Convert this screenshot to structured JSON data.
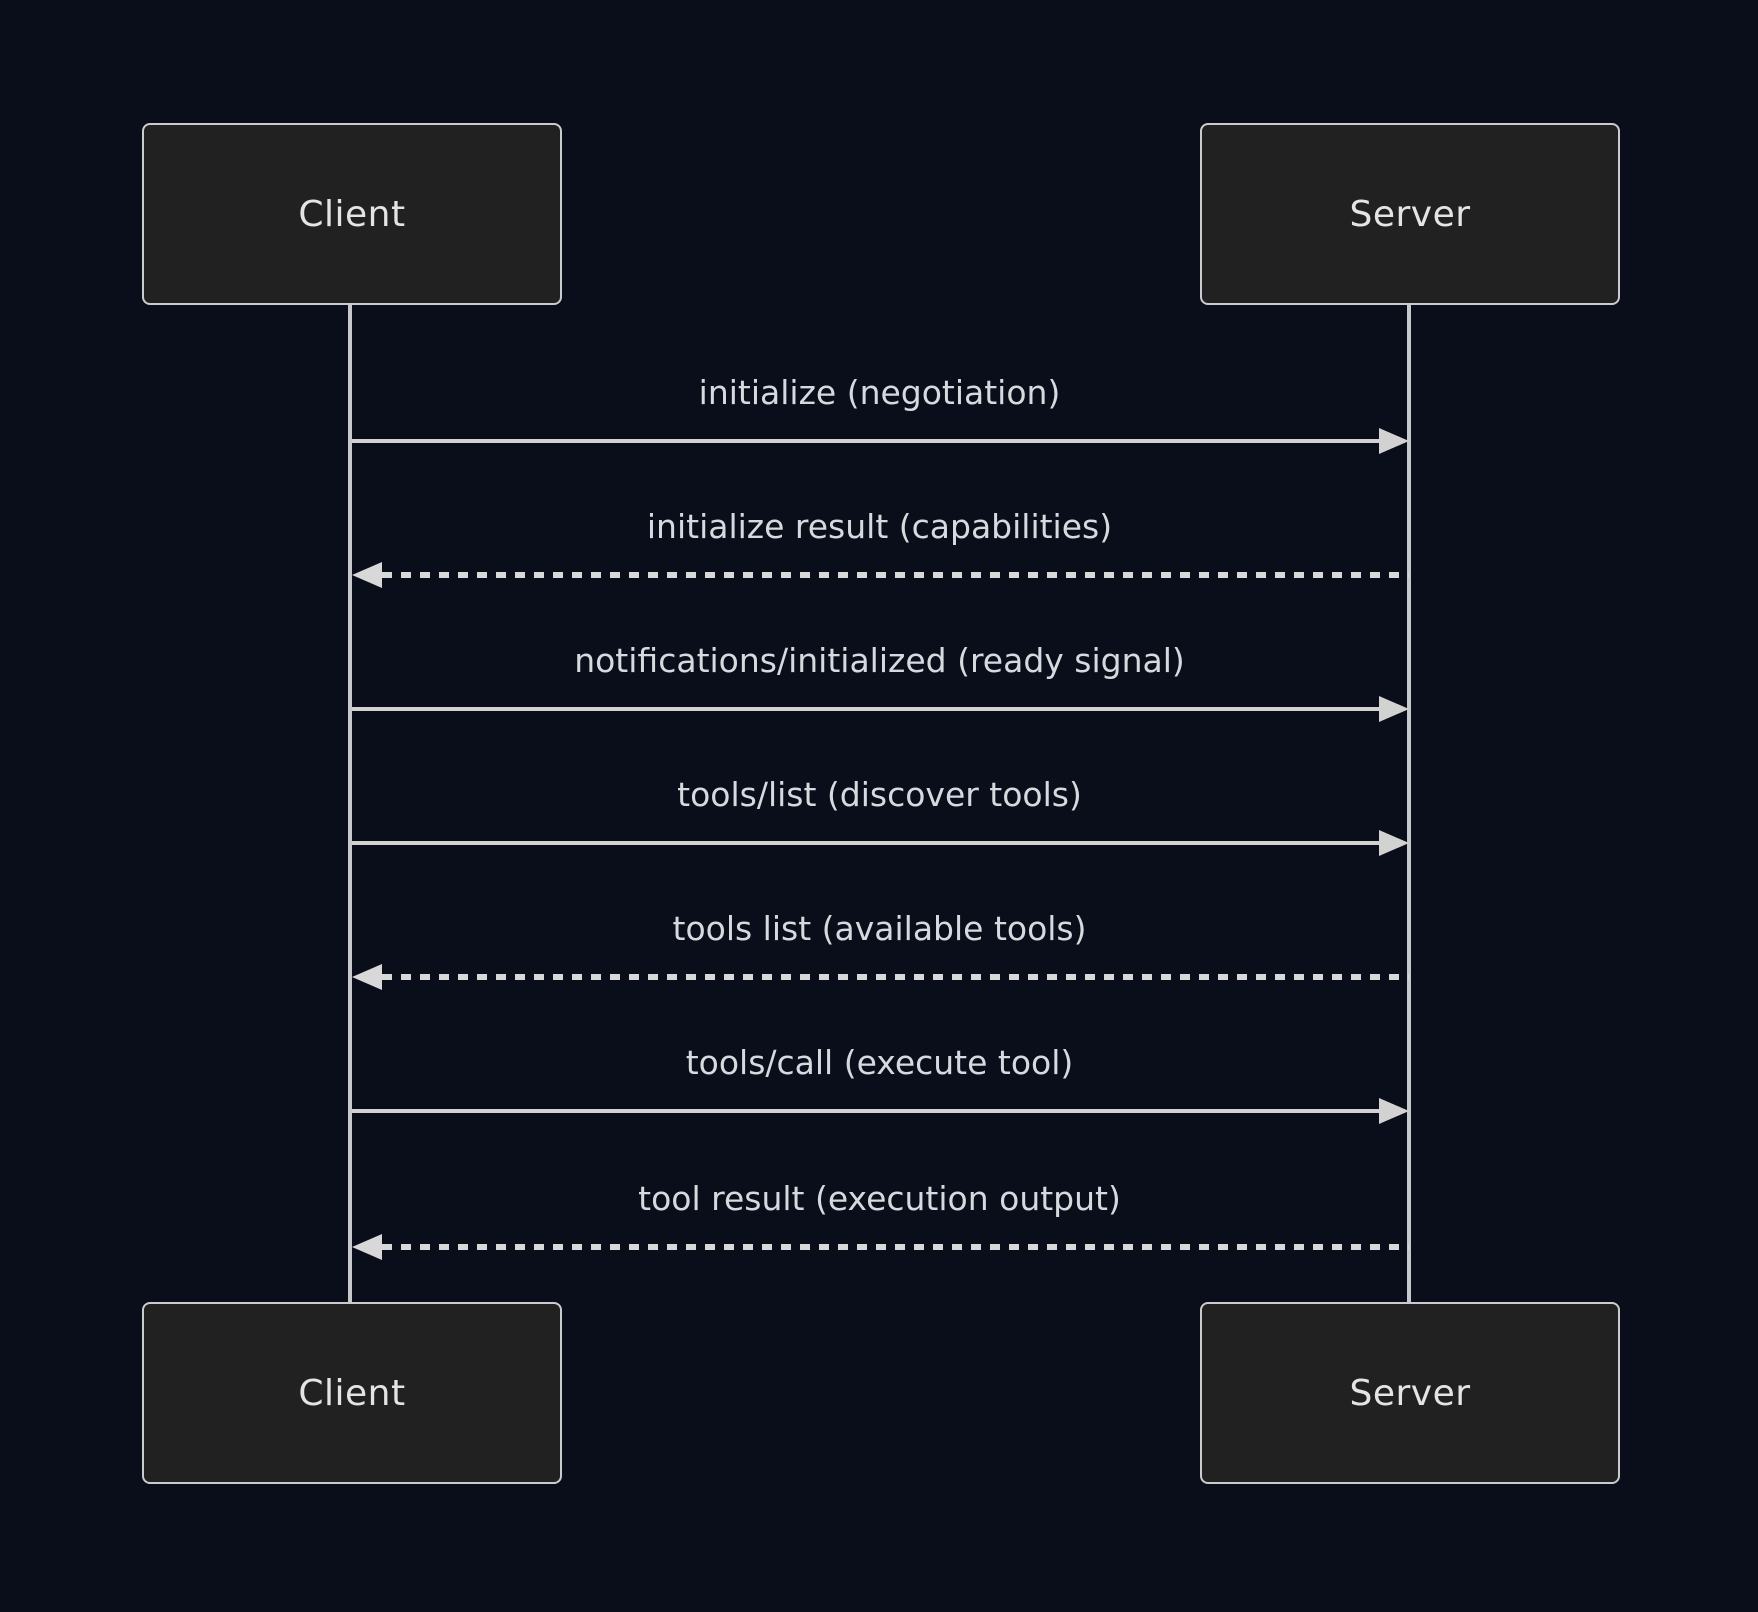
{
  "diagram": {
    "type": "sequence-diagram",
    "actors": {
      "client": "Client",
      "server": "Server"
    },
    "messages": [
      {
        "label": "initialize (negotiation)",
        "from": "client",
        "to": "server",
        "line": "solid"
      },
      {
        "label": "initialize result (capabilities)",
        "from": "server",
        "to": "client",
        "line": "dashed"
      },
      {
        "label": "notifications/initialized (ready signal)",
        "from": "client",
        "to": "server",
        "line": "solid"
      },
      {
        "label": "tools/list (discover tools)",
        "from": "client",
        "to": "server",
        "line": "solid"
      },
      {
        "label": "tools list (available tools)",
        "from": "server",
        "to": "client",
        "line": "dashed"
      },
      {
        "label": "tools/call (execute tool)",
        "from": "client",
        "to": "server",
        "line": "solid"
      },
      {
        "label": "tool result (execution output)",
        "from": "server",
        "to": "client",
        "line": "dashed"
      }
    ],
    "colors": {
      "background": "#0a0e1a",
      "box_fill": "#212121",
      "box_border": "#c9cbce",
      "lifeline": "#c6c8cc",
      "arrow": "#d2d2d2",
      "message_text": "#d6dade",
      "actor_text": "#e4e4e4"
    }
  }
}
